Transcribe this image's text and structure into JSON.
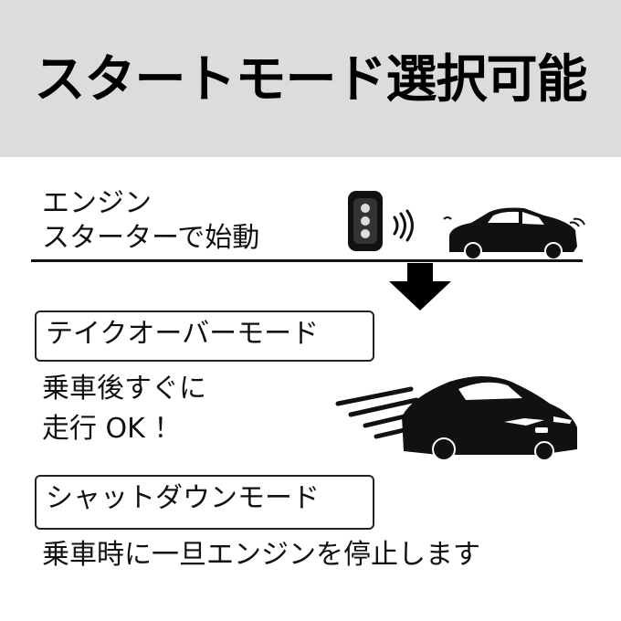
{
  "title": "スタートモード選択可能",
  "start": {
    "line1": "エンジン",
    "line2": "スターターで始動"
  },
  "takeover": {
    "label": "テイクオーバーモード",
    "line1": "乗車後すぐに",
    "line2": "走行 OK ！"
  },
  "shutdown": {
    "label": "シャットダウンモード",
    "line1": "乗車時に一旦エンジンを停止します"
  },
  "icons": [
    "remote-key-icon",
    "signal-waves-icon",
    "parked-car-icon",
    "down-arrow-icon",
    "speeding-car-icon"
  ]
}
